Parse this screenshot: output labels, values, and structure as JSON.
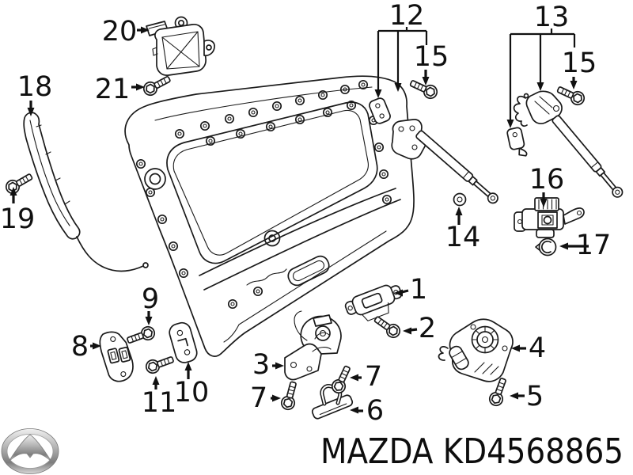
{
  "colors": {
    "background": "#ffffff",
    "line": "#1a1a1a",
    "text": "#0d0d0d",
    "logo_chrome": "#9a9a9a"
  },
  "callouts": {
    "n1": "1",
    "n2": "2",
    "n3": "3",
    "n4": "4",
    "n5": "5",
    "n6": "6",
    "n7a": "7",
    "n7b": "7",
    "n8": "8",
    "n9": "9",
    "n10": "10",
    "n11": "11",
    "n12": "12",
    "n13": "13",
    "n14": "14",
    "n15a": "15",
    "n15b": "15",
    "n16": "16",
    "n17": "17",
    "n18": "18",
    "n19": "19",
    "n20": "20",
    "n21": "21"
  },
  "footer": {
    "brand": "MAZDA",
    "part_number": "KD4568865",
    "title": "MAZDA KD4568865",
    "logo_icon": "mazda-logo"
  }
}
